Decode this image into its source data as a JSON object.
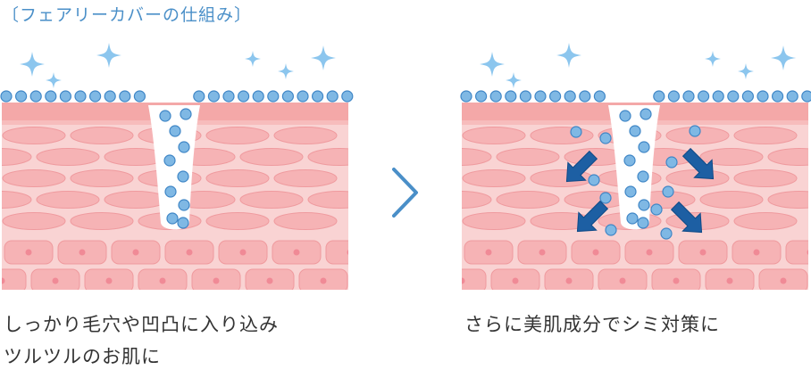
{
  "heading": "〔フェアリーカバーの仕組み〕",
  "left_caption": [
    "しっかり毛穴や凹凸に入り込み",
    "ツルツルのお肌に"
  ],
  "right_caption": "さらに美肌成分でシミ対策に",
  "arrow_glyph": "chevron-right-icon",
  "colors": {
    "heading": "#4a8fc8",
    "dots": "#7fb8e4",
    "dot_stroke": "#3f86c6",
    "skin_top": "#f4a8a8",
    "skin_body": "#f9d3d3",
    "cell_fill": "#f6b3b5",
    "cell_stroke": "#ef9a9e",
    "nucleus": "#f08a96",
    "arrows": "#1d5fa3",
    "sparkle": "#8cc6ee",
    "chevron": "#4a8fc8"
  }
}
